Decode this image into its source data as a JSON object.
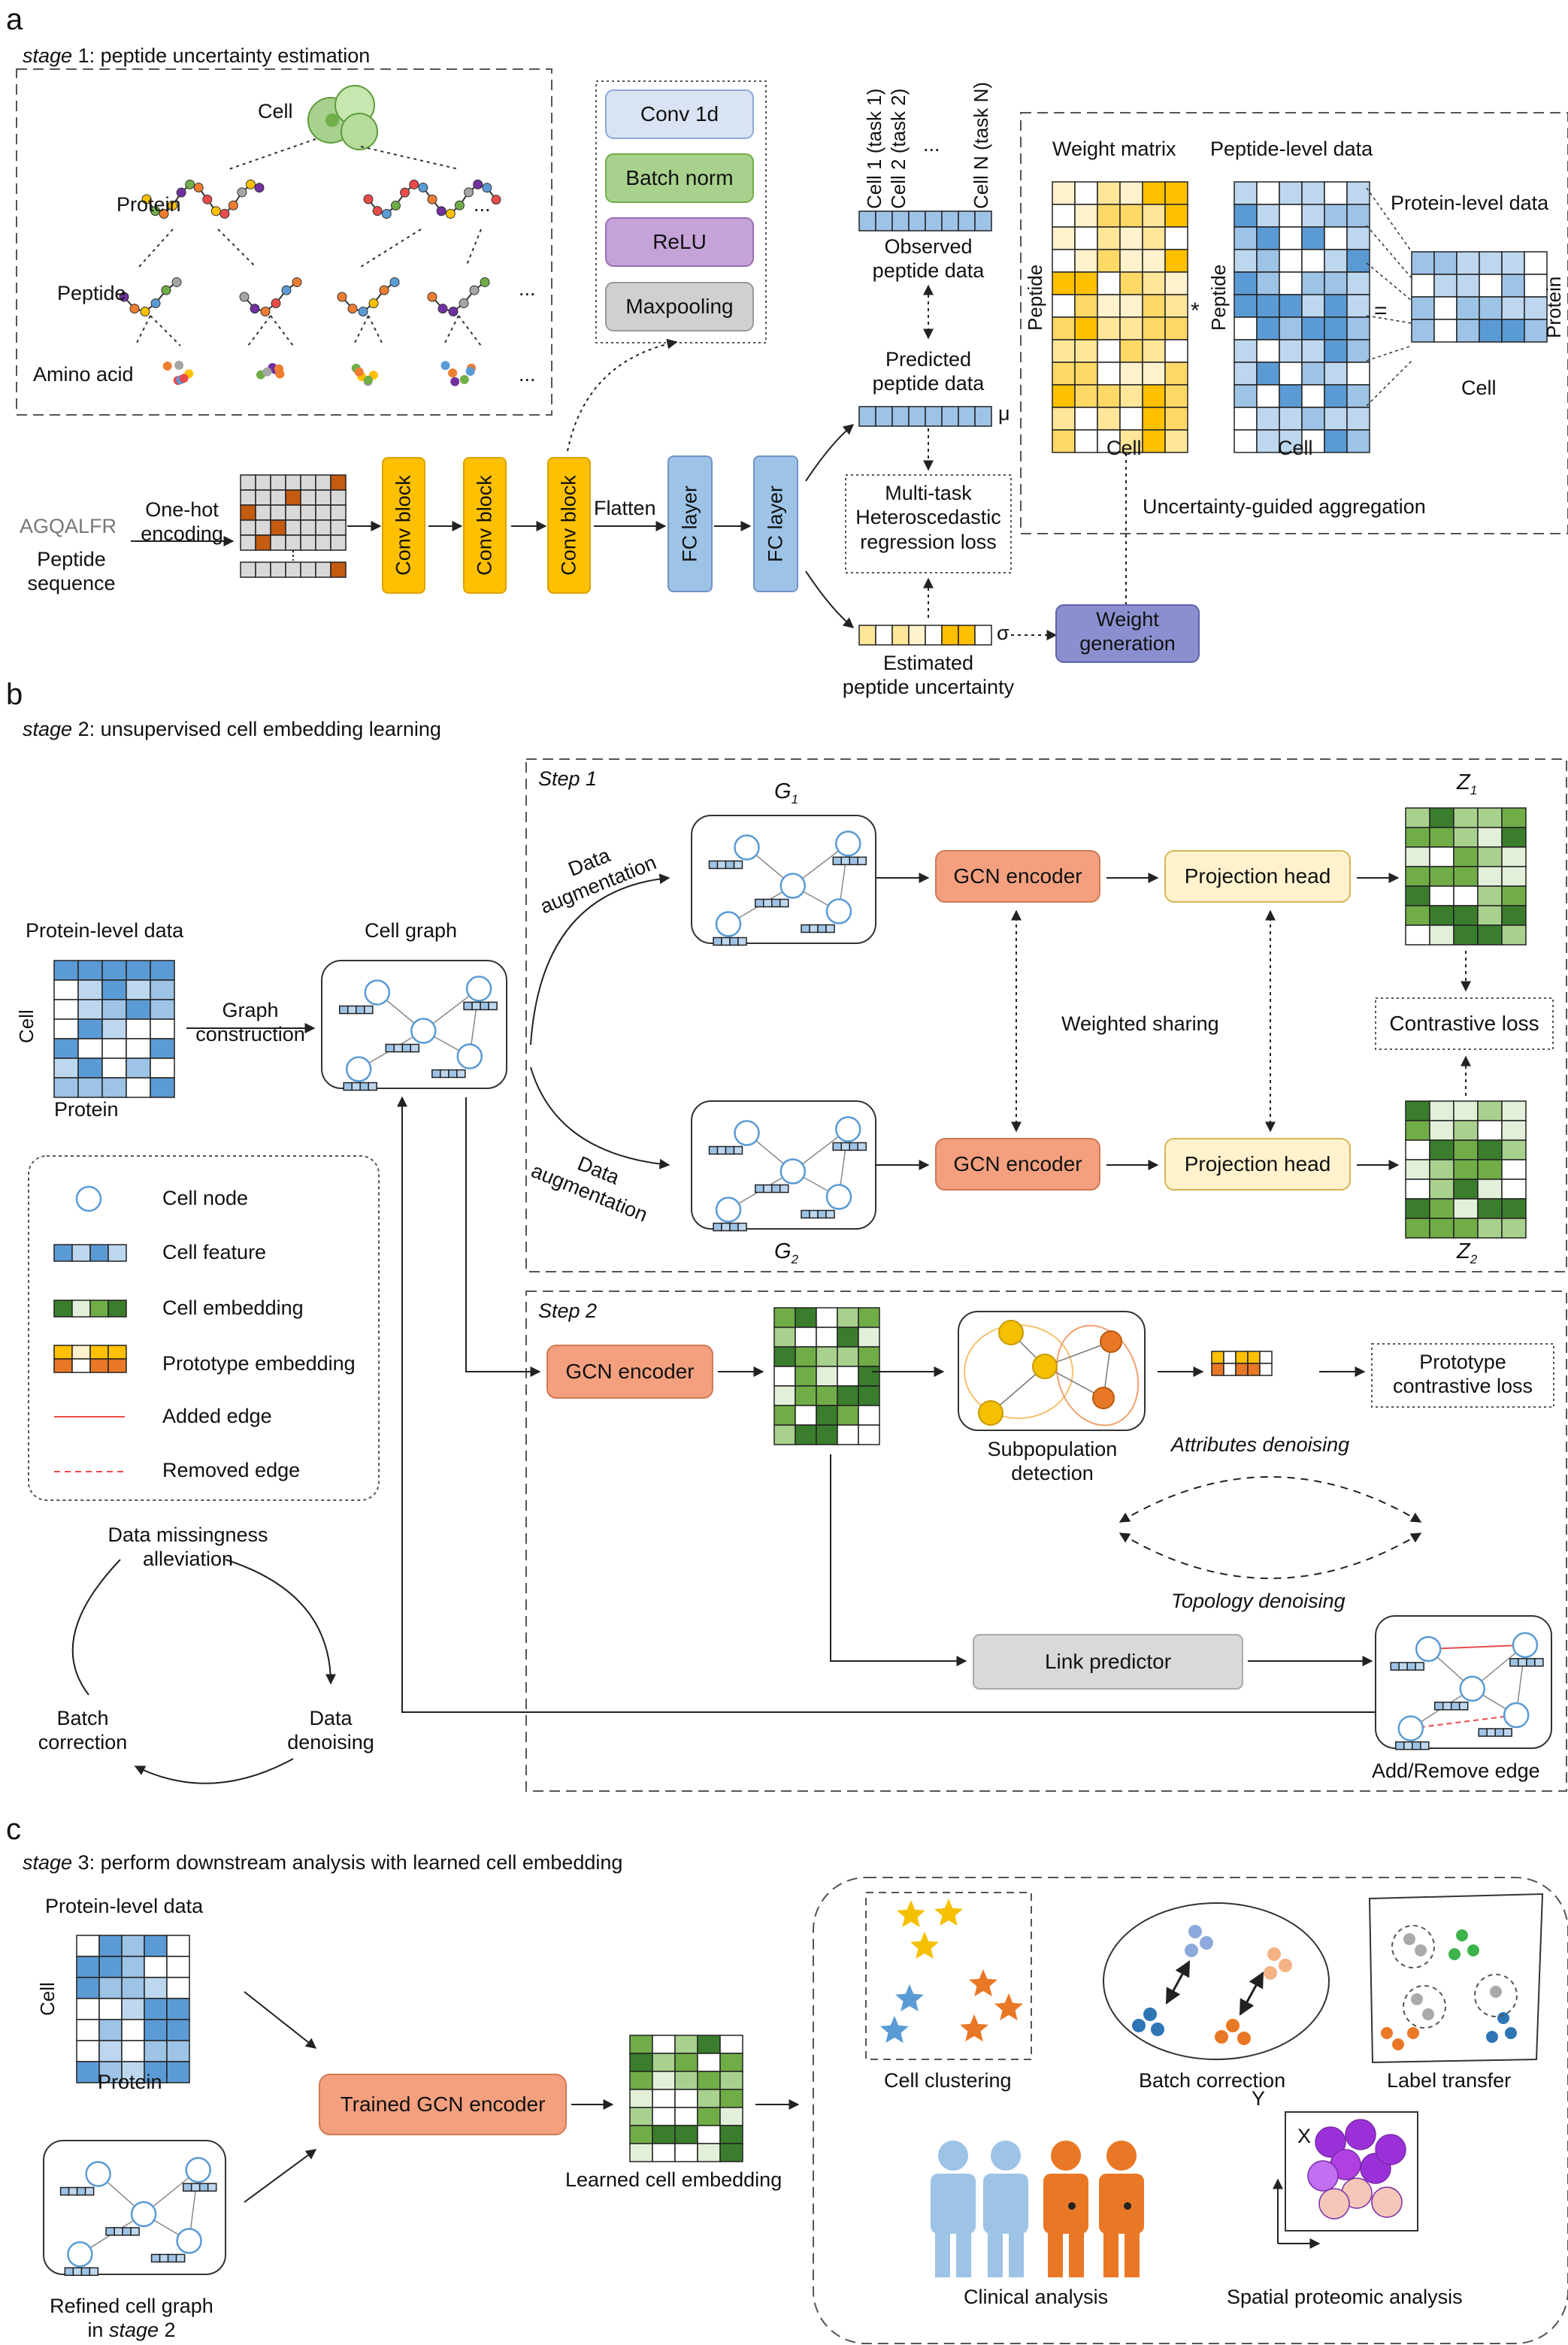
{
  "panel_a": {
    "letter": "a",
    "stage_word": "stage",
    "stage_title": " 1: peptide uncertainty estimation",
    "hierarchy": {
      "cell": "Cell",
      "protein": "Protein",
      "peptide": "Peptide",
      "amino_acid": "Amino acid",
      "ellipsis": "..."
    },
    "block_legend": [
      "Conv 1d",
      "Batch norm",
      "ReLU",
      "Maxpooling"
    ],
    "sequence": "AGQALFR",
    "sequence_label": "Peptide\nsequence",
    "onehot_label": "One-hot\nencoding",
    "conv_blocks": [
      "Conv block",
      "Conv block",
      "Conv block"
    ],
    "flatten_label": "Flatten",
    "fc_layers": [
      "FC layer",
      "FC layer"
    ],
    "cell_tasks": [
      "Cell 1 (task 1)",
      "Cell 2 (task 2)",
      "...",
      "Cell N (task N)"
    ],
    "observed_label": "Observed\npeptide data",
    "predicted_label": "Predicted\npeptide data",
    "mu": "μ",
    "sigma": "σ",
    "loss_label": "Multi-task\nHeteroscedastic\nregression loss",
    "uncertainty_label": "Estimated\npeptide uncertainty",
    "weight_gen_label": "Weight\ngeneration",
    "weight_matrix_label": "Weight matrix",
    "peptide_level_label": "Peptide-level data",
    "protein_level_label": "Protein-level data",
    "axis_peptide": "Peptide",
    "axis_cell": "Cell",
    "axis_protein": "Protein",
    "op_mult": "*",
    "op_eq": "=",
    "aggregation_label": "Uncertainty-guided aggregation"
  },
  "panel_b": {
    "letter": "b",
    "stage_word": "stage",
    "stage_title": " 2: unsupervised cell embedding learning",
    "step1": "Step 1",
    "step2": "Step 2",
    "protein_level_label": "Protein-level data",
    "axis_cell": "Cell",
    "axis_protein": "Protein",
    "graph_construction": "Graph\nconstruction",
    "cell_graph": "Cell graph",
    "data_augmentation": "Data\naugmentation",
    "g1": "G",
    "g1_sub": "1",
    "g2": "G",
    "g2_sub": "2",
    "z1": "Z",
    "z1_sub": "1",
    "z2": "Z",
    "z2_sub": "2",
    "gcn_encoder": "GCN encoder",
    "projection_head": "Projection head",
    "weighted_sharing": "Weighted sharing",
    "contrastive_loss": "Contrastive loss",
    "legend": [
      "Cell node",
      "Cell feature",
      "Cell embedding",
      "Prototype embedding",
      "Added edge",
      "Removed edge"
    ],
    "subpopulation": "Subpopulation\ndetection",
    "prototype_loss": "Prototype\ncontrastive loss",
    "attributes_denoising": "Attributes denoising",
    "topology_denoising": "Topology denoising",
    "link_predictor": "Link predictor",
    "add_remove_edge": "Add/Remove edge",
    "cycle": [
      "Data missingness\nalleviation",
      "Data\ndenoising",
      "Batch\ncorrection"
    ]
  },
  "panel_c": {
    "letter": "c",
    "stage_word": "stage",
    "stage_title": " 3: perform downstream analysis with learned cell embedding",
    "protein_level_label": "Protein-level data",
    "axis_cell": "Cell",
    "axis_protein": "Protein",
    "refined_graph": "Refined cell graph\nin ",
    "refined_graph_stage": "stage",
    "refined_graph_num": " 2",
    "trained_encoder": "Trained GCN encoder",
    "learned_embedding": "Learned cell embedding",
    "cell_clustering": "Cell clustering",
    "batch_correction": "Batch correction",
    "label_transfer": "Label transfer",
    "clinical_analysis": "Clinical analysis",
    "spatial_analysis": "Spatial proteomic analysis",
    "axis_x": "X",
    "axis_y": "Y"
  },
  "colors": {
    "conv_yellow": "#ffc000",
    "fc_blue": "#9dc3e6",
    "legend_conv": "#dae3f3",
    "legend_bn": "#a9d18e",
    "legend_relu": "#c5a3d9",
    "legend_pool": "#d0d0d0",
    "weight_gen": "#8c8fcf",
    "gcn": "#f4a07f",
    "proj": "#fff2cc",
    "link": "#d9d9d9",
    "trained": "#f4a07f",
    "green_dark": "#3a7d2c",
    "green_mid": "#a9d18e",
    "green_light": "#e2f0d9",
    "blue_mid": "#9dc3e6",
    "orange_node": "#e97826",
    "yellow_node": "#f5c000"
  }
}
